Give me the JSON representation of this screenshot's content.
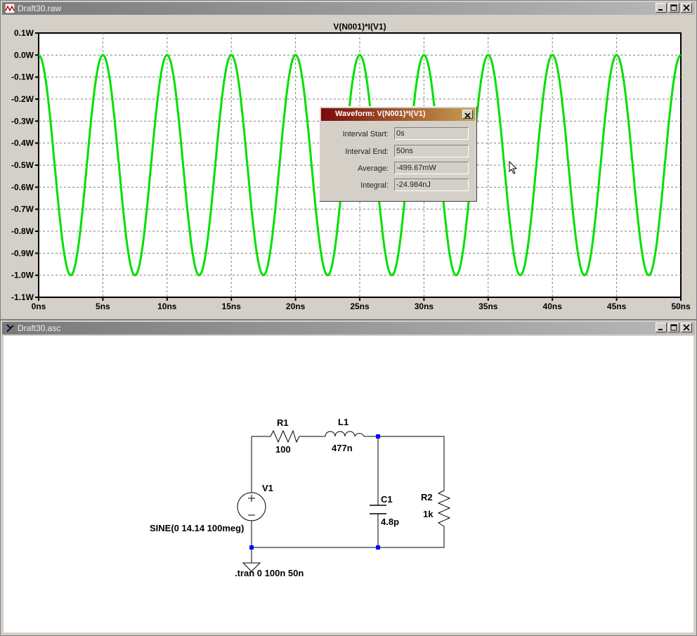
{
  "waveform_window": {
    "title": "Draft30.raw",
    "trace_label": "V(N001)*I(V1)",
    "trace_color": "#00e000"
  },
  "schematic_window": {
    "title": "Draft30.asc"
  },
  "dialog": {
    "title": "Waveform: V(N001)*I(V1)",
    "fields": [
      {
        "label": "Interval Start:",
        "value": "0s"
      },
      {
        "label": "Interval End:",
        "value": "50ns"
      },
      {
        "label": "Average:",
        "value": "-499.67mW"
      },
      {
        "label": "Integral:",
        "value": "-24.984nJ"
      }
    ]
  },
  "chart_data": {
    "type": "line",
    "title": "V(N001)*I(V1)",
    "xlim": [
      0,
      50
    ],
    "ylim": [
      -1.1,
      0.1
    ],
    "x_ticks": [
      "0ns",
      "5ns",
      "10ns",
      "15ns",
      "20ns",
      "25ns",
      "30ns",
      "35ns",
      "40ns",
      "45ns",
      "50ns"
    ],
    "y_ticks": [
      "0.1W",
      "0.0W",
      "-0.1W",
      "-0.2W",
      "-0.3W",
      "-0.4W",
      "-0.5W",
      "-0.6W",
      "-0.7W",
      "-0.8W",
      "-0.9W",
      "-1.0W",
      "-1.1W"
    ],
    "grid": true,
    "series": [
      {
        "name": "V(N001)*I(V1)",
        "color": "#00e000",
        "x": [
          0,
          2.5,
          5,
          7.5,
          10,
          12.5,
          15,
          17.5,
          20,
          22.5,
          25,
          27.5,
          30,
          32.5,
          35,
          37.5,
          40,
          42.5,
          45,
          47.5,
          50
        ],
        "y": [
          0,
          -1,
          0,
          -1,
          0,
          -1,
          0,
          -1,
          0,
          -1,
          0,
          -1,
          0,
          -1,
          0,
          -1,
          0,
          -1,
          0,
          -1,
          0
        ]
      }
    ]
  },
  "schematic": {
    "r1_name": "R1",
    "r1_value": "100",
    "l1_name": "L1",
    "l1_value": "477n",
    "c1_name": "C1",
    "c1_value": "4.8p",
    "r2_name": "R2",
    "r2_value": "1k",
    "v1_name": "V1",
    "v1_value": "SINE(0 14.14 100meg)",
    "directive": ".tran 0 100n 50n"
  }
}
